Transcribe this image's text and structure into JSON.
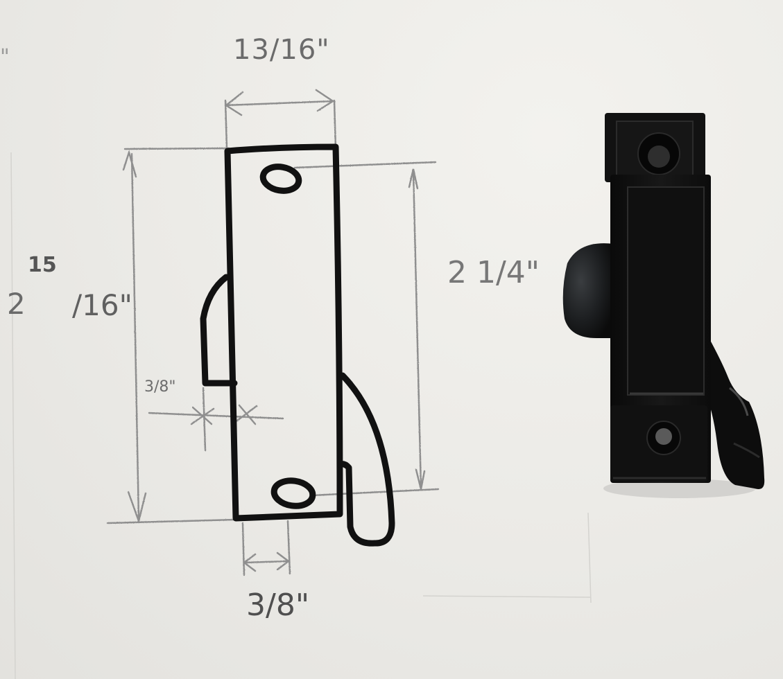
{
  "scene": {
    "description": "Photo of a hand-drawn dimension sketch of a window sash lock on white paper, next to the actual black sash lock hardware",
    "background_color": "#ecebe7",
    "ink_color": "#111111",
    "pencil_color": "#8a8a8a",
    "hardware_color": "#121212"
  },
  "dimensions": {
    "width_label": "13/16\"",
    "height_overall_label": "2 15/16\"",
    "height_overall_whole": "2",
    "height_overall_numerator": "15",
    "height_overall_denominator": "/16\"",
    "hole_spacing_label": "2 1/4\"",
    "side_offset_label": "3/8\"",
    "bottom_offset_label": "3/8\"",
    "edge_fragment": "\""
  },
  "objects": [
    {
      "name": "sketch-outline",
      "type": "drawing"
    },
    {
      "name": "sash-lock-hardware",
      "type": "photo-object"
    }
  ]
}
